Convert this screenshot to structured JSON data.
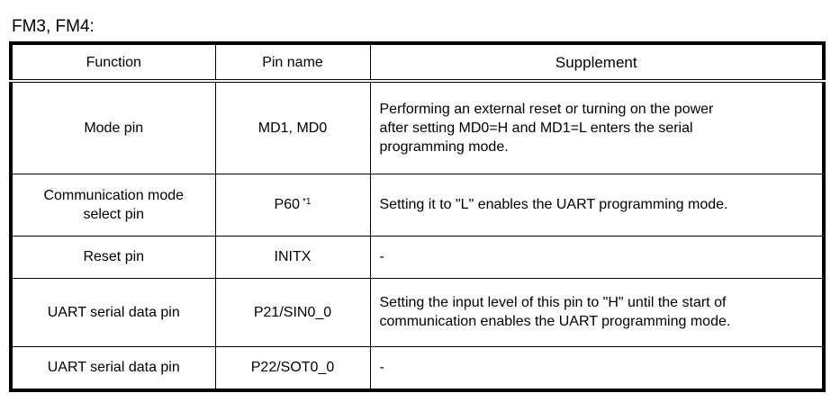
{
  "caption": "FM3, FM4:",
  "table": {
    "headers": [
      "Function",
      "Pin name",
      "Supplement"
    ],
    "rows": [
      {
        "function": "Mode pin",
        "pin": "MD1, MD0",
        "pin_note": "",
        "supplement_lines": [
          "Performing an external reset or turning on the power",
          "after setting MD0=H and MD1=L enters the serial",
          "programming mode."
        ]
      },
      {
        "function_lines": [
          "Communication mode",
          "select pin"
        ],
        "pin": "P60",
        "pin_note": "*1",
        "supplement_lines": [
          "Setting it to \"L\" enables the UART programming mode."
        ]
      },
      {
        "function": "Reset pin",
        "pin": "INITX",
        "pin_note": "",
        "supplement_lines": [
          "-"
        ]
      },
      {
        "function": "UART serial data pin",
        "pin": "P21/SIN0_0",
        "pin_note": "",
        "supplement_lines": [
          "Setting the input level of this pin to \"H\" until the start of",
          "communication enables the UART programming mode."
        ]
      },
      {
        "function": "UART serial data pin",
        "pin": "P22/SOT0_0",
        "pin_note": "",
        "supplement_lines": [
          "-"
        ]
      }
    ]
  }
}
